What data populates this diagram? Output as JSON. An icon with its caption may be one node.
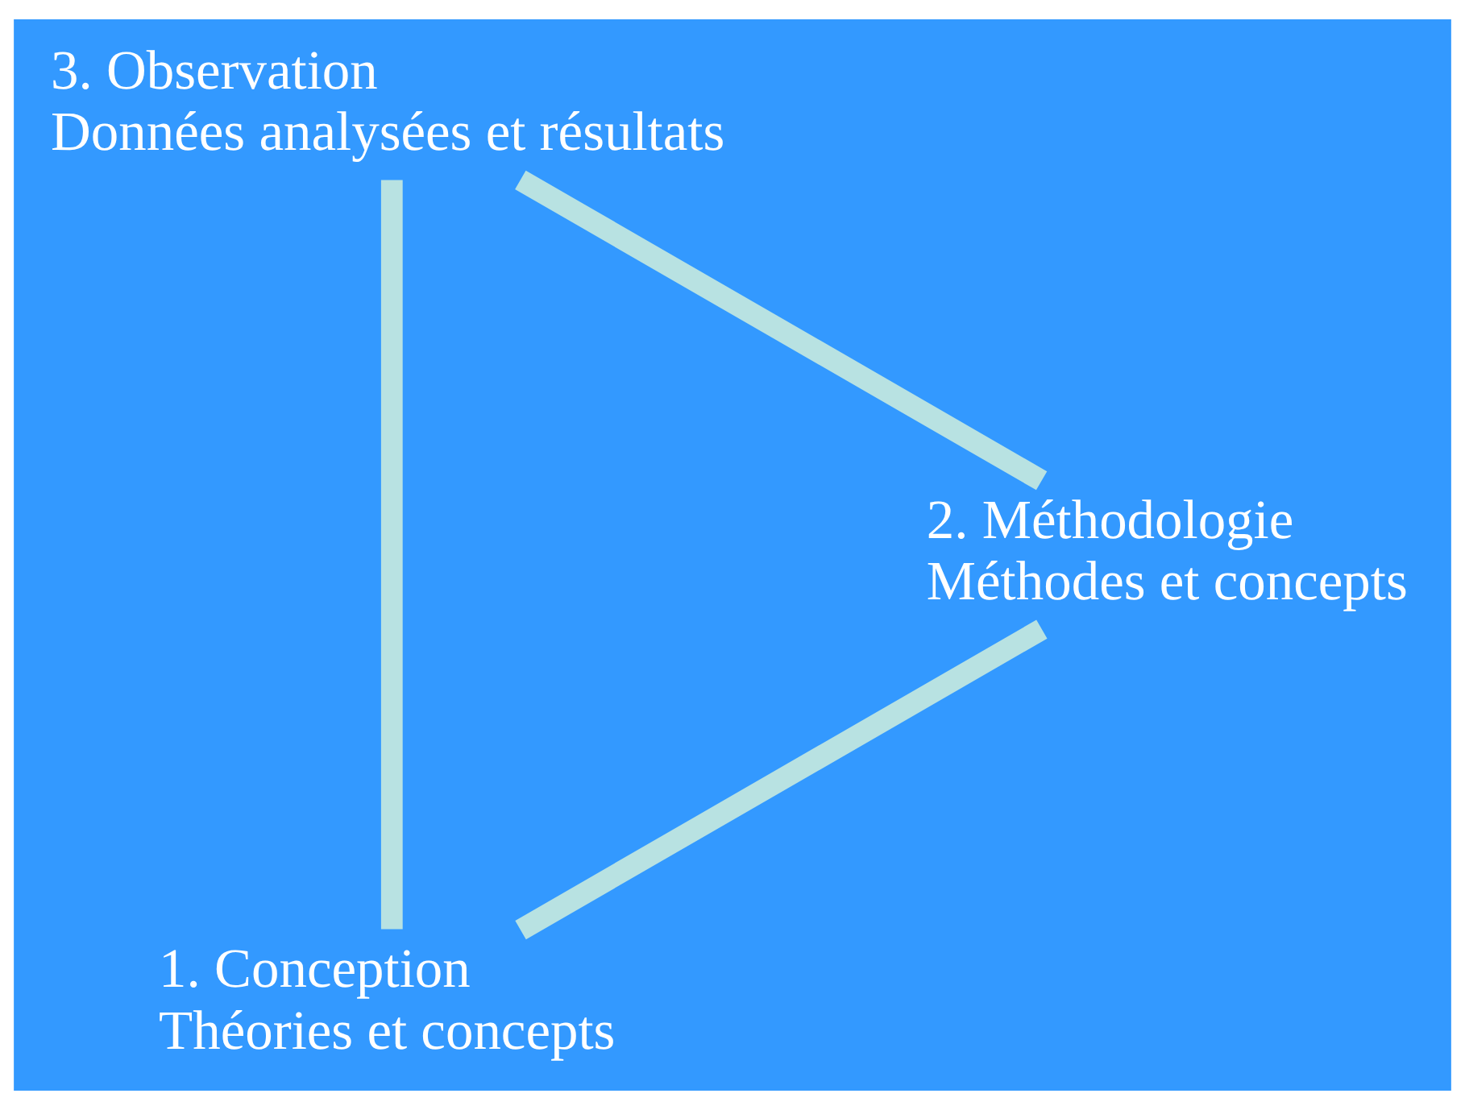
{
  "diagram": {
    "nodes": [
      {
        "text": [
          "1. Conception",
          "Théories et concepts"
        ]
      },
      {
        "text": [
          "3. Observation",
          "Données analysées et résultats"
        ]
      },
      {
        "text": [
          "2. Méthodologie",
          "Méthodes et concepts"
        ]
      }
    ],
    "edges": [
      {
        "from": 0,
        "to": 1,
        "arrow": "none"
      },
      {
        "from": 1,
        "to": 2,
        "arrow": "none"
      },
      {
        "from": 2,
        "to": 0,
        "arrow": "none"
      }
    ]
  }
}
